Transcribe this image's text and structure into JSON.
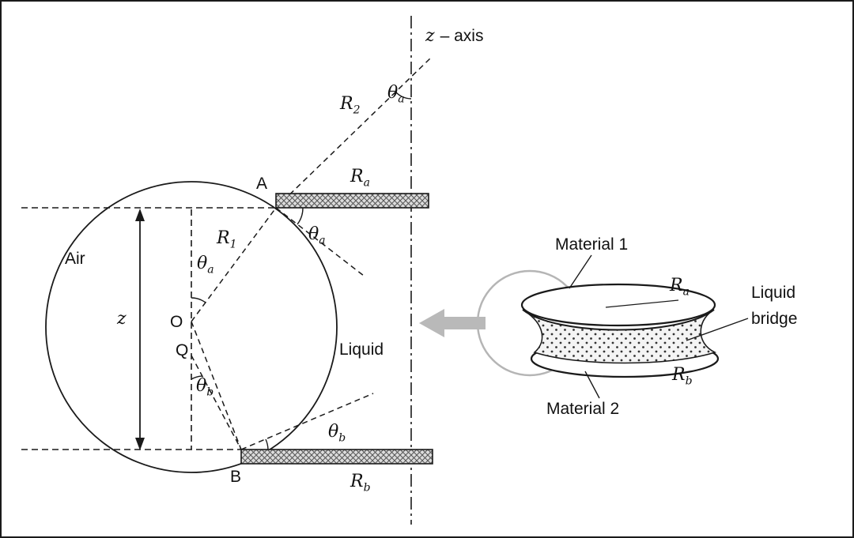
{
  "left": {
    "z_axis": {
      "math": "z",
      "rest": "– axis"
    },
    "R1": {
      "base": "R",
      "sub": "1"
    },
    "R2": {
      "base": "R",
      "sub": "2"
    },
    "Ra": {
      "base": "R",
      "sub": "a"
    },
    "Rb": {
      "base": "R",
      "sub": "b"
    },
    "theta_a": {
      "base": "θ",
      "sub": "a"
    },
    "theta_b": {
      "base": "θ",
      "sub": "b"
    },
    "A": "A",
    "B": "B",
    "O": "O",
    "Q": "Q",
    "air": "Air",
    "liquid": "Liquid",
    "z": "z"
  },
  "right": {
    "material1": "Material 1",
    "material2": "Material 2",
    "liquid_bridge": {
      "line1": "Liquid",
      "line2": "bridge"
    },
    "Ra": {
      "base": "R",
      "sub": "a"
    },
    "Rb": {
      "base": "R",
      "sub": "b"
    }
  },
  "colors": {
    "line": "#1a1a1a",
    "gray_accent": "#b5b5b5",
    "hatch_bg": "#dcdcdc",
    "dots_bg": "#f4f4f4"
  }
}
